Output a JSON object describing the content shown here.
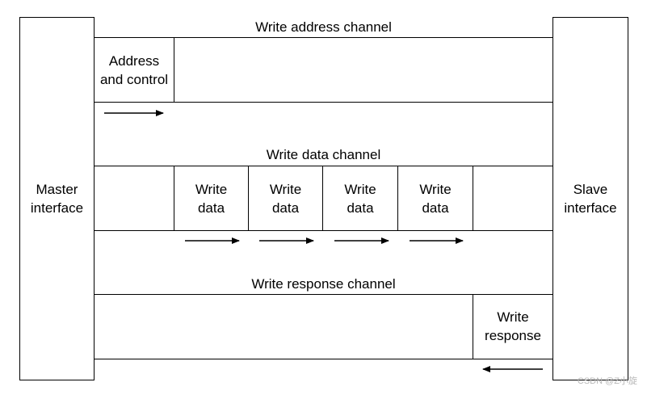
{
  "master": {
    "label": "Master\ninterface"
  },
  "slave": {
    "label": "Slave\ninterface"
  },
  "write_address": {
    "title": "Write address channel",
    "cell": "Address\nand control"
  },
  "write_data": {
    "title": "Write data channel",
    "cells": [
      "Write\ndata",
      "Write\ndata",
      "Write\ndata",
      "Write\ndata"
    ]
  },
  "write_response": {
    "title": "Write response channel",
    "cell": "Write\nresponse"
  },
  "watermark": "CSDN @Z小旋"
}
